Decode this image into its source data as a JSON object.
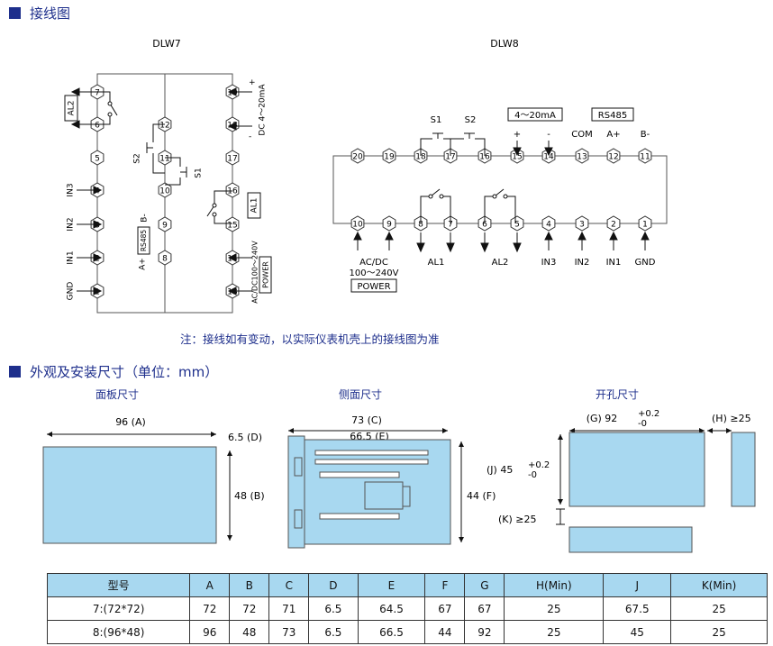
{
  "section1": {
    "title": "接线图"
  },
  "dlw7": {
    "title": "DLW7",
    "left_terms": [
      "7",
      "6",
      "5",
      "4",
      "3",
      "2",
      "1"
    ],
    "mid_terms": [
      "12",
      "11",
      "10",
      "9",
      "8"
    ],
    "right_terms": [
      "19",
      "18",
      "17",
      "16",
      "15",
      "14",
      "13"
    ],
    "labels": {
      "al2": "AL2",
      "in3": "IN3",
      "in2": "IN2",
      "in1": "IN1",
      "gnd": "GND",
      "s2": "S2",
      "s1": "S1",
      "bminus": "B-",
      "rs485": "RS485",
      "aplus": "A+",
      "dc420": "DC 4～20mA",
      "al1": "AL1",
      "acdc": "AC/DC100～240V",
      "power": "POWER",
      "plus": "+",
      "minus": "-"
    }
  },
  "dlw8": {
    "title": "DLW8",
    "top_terms": [
      "20",
      "19",
      "18",
      "17",
      "16",
      "15",
      "14",
      "13",
      "12",
      "11"
    ],
    "bottom_terms": [
      "10",
      "9",
      "8",
      "7",
      "6",
      "5",
      "4",
      "3",
      "2",
      "1"
    ],
    "labels": {
      "s1": "S1",
      "s2": "S2",
      "ma": "4～20mA",
      "rs485": "RS485",
      "plus": "+",
      "minus": "-",
      "com": "COM",
      "aplus": "A+",
      "bminus": "B-",
      "acdc": "AC/DC",
      "volt": "100～240V",
      "power": "POWER",
      "al1": "AL1",
      "al2": "AL2",
      "in3": "IN3",
      "in2": "IN2",
      "in1": "IN1",
      "gnd": "GND"
    }
  },
  "note": "注：接线如有变动，以实际仪表机壳上的接线图为准",
  "section2": {
    "title": "外观及安装尺寸（单位：mm）"
  },
  "panel": {
    "title": "面板尺寸",
    "width": "96 (A)",
    "height": "48 (B)"
  },
  "side": {
    "title": "侧面尺寸",
    "c": "73 (C)",
    "d": "6.5 (D)",
    "e": "66.5 (E)",
    "f": "44 (F)"
  },
  "cutout": {
    "title": "开孔尺寸",
    "g": "(G) 92",
    "g_tol_plus": "+0.2",
    "g_tol_minus": "-0",
    "h": "(H) ≥25",
    "j": "(J) 45",
    "j_tol_plus": "+0.2",
    "j_tol_minus": "-0",
    "k": "(K) ≥25"
  },
  "table": {
    "headers": [
      "型号",
      "A",
      "B",
      "C",
      "D",
      "E",
      "F",
      "G",
      "H(Min)",
      "J",
      "K(Min)"
    ],
    "rows": [
      [
        "7:(72*72)",
        "72",
        "72",
        "71",
        "6.5",
        "64.5",
        "67",
        "67",
        "25",
        "67.5",
        "25"
      ],
      [
        "8:(96*48)",
        "96",
        "48",
        "73",
        "6.5",
        "66.5",
        "44",
        "92",
        "25",
        "45",
        "25"
      ]
    ]
  },
  "colors": {
    "accent": "#1e2f8c",
    "fill": "#a8d8f0",
    "header": "#a8d8f0"
  }
}
